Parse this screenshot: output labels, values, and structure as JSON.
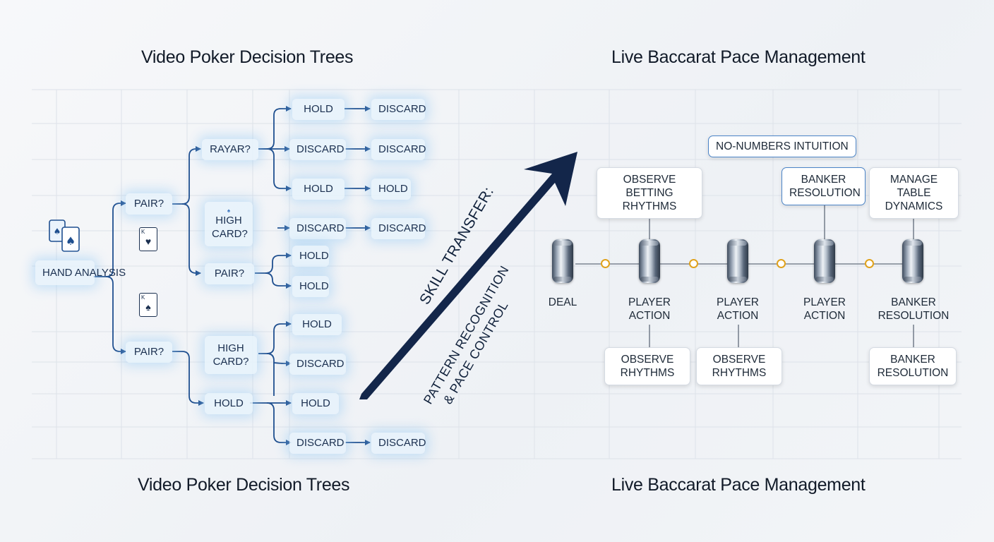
{
  "titles": {
    "top_left": "Video Poker Decision Trees",
    "top_right": "Live Baccarat Pace Management",
    "bottom_left": "Video Poker Decision Trees",
    "bottom_right": "Live Baccarat Pace Management"
  },
  "poker_tree": {
    "root": "HAND ANALYSIS",
    "level1": [
      "PAIR?",
      "PAIR?"
    ],
    "level2": [
      "RAYAR?",
      "HIGH CARD?",
      "PAIR?",
      "HIGH CARD?",
      "HOLD"
    ],
    "level3": [
      "HOLD",
      "DISCARD",
      "HOLD",
      "DISCARD",
      "HOLD",
      "HOLD",
      "HOLD",
      "DISCARD",
      "HOLD",
      "DISCARD"
    ],
    "level4": [
      "DISCARD",
      "DISCARD",
      "HOLD",
      "DISCARD",
      "DISCARD"
    ],
    "card_glyphs": [
      "♠",
      "♥",
      "♠"
    ],
    "small_mark": "♠"
  },
  "skill_transfer": {
    "heading": "SKILL TRANSFER:",
    "subtext_line1": "PATTERN RECOGNITION",
    "subtext_line2": "& PACE CONTROL"
  },
  "baccarat": {
    "callout": "NO-NUMBERS INTUITION",
    "top_boxes": [
      "OBSERVE BETTING RHYTHMS",
      "BANKER RESOLUTION",
      "MANAGE TABLE DYNAMICS"
    ],
    "stages": [
      "DEAL",
      "PLAYER ACTION",
      "PLAYER ACTION",
      "PLAYER ACTION",
      "BANKER RESOLUTION"
    ],
    "bottom_boxes": [
      "OBSERVE RHYTHMS",
      "OBSERVE RHYTHMS",
      "BANKER RESOLUTION"
    ]
  },
  "colors": {
    "line_blue": "#1f4f8f",
    "arrow_navy": "#13264a",
    "connector_gold": "#e0a21c",
    "highlight_blue": "#4b84c7"
  }
}
